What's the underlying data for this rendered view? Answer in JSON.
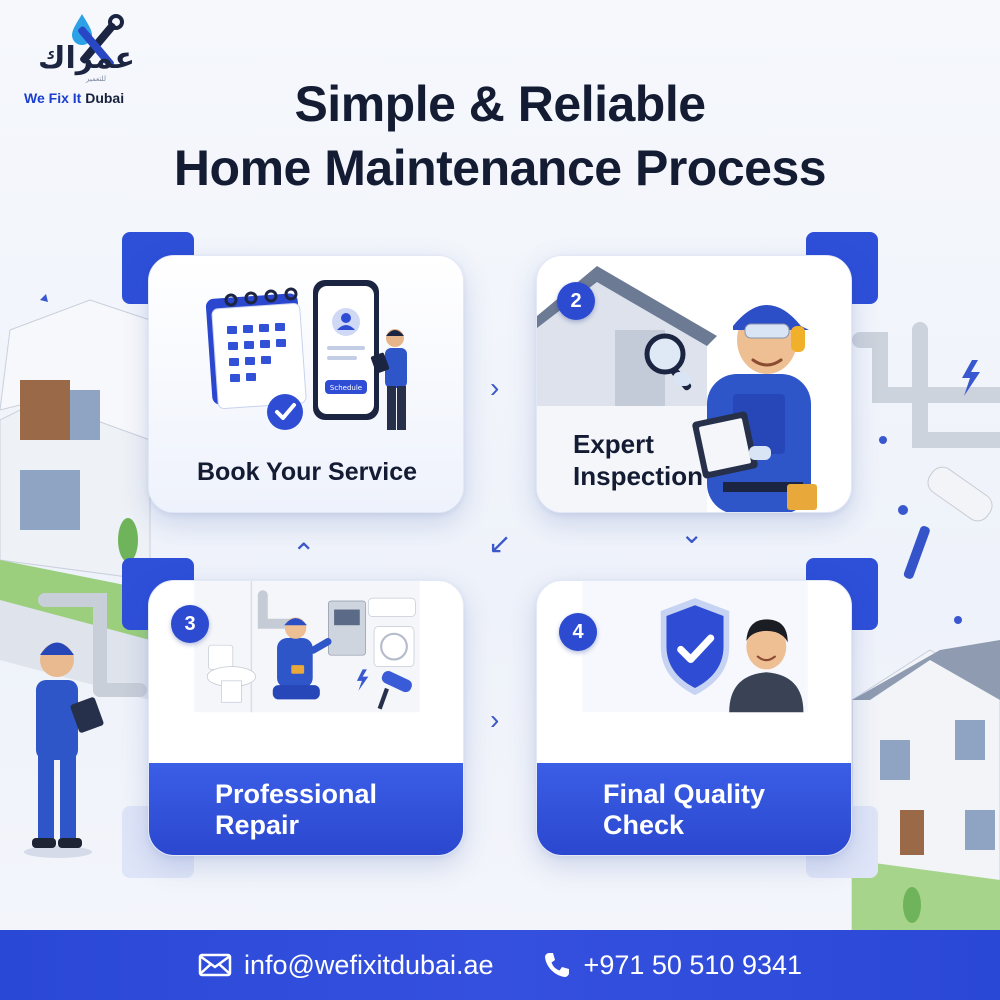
{
  "brand": {
    "arabic_name": "عمراك",
    "arabic_tagline": "للتعمير",
    "name_highlight": "We Fix It",
    "name_suffix": " Dubai"
  },
  "headline": {
    "line1": "Simple & Reliable",
    "line2": "Home Maintenance Process"
  },
  "steps": [
    {
      "number": "",
      "title": "Book Your Service",
      "screen_button": "Schedule"
    },
    {
      "number": "2",
      "title_line1": "Expert",
      "title_line2": "Inspection"
    },
    {
      "number": "3",
      "title_line1": "Professional",
      "title_line2": "Repair"
    },
    {
      "number": "4",
      "title_line1": "Final Quality",
      "title_line2": "Check"
    }
  ],
  "arrows": {
    "right": "›",
    "down_left": "↙",
    "down": "⌄",
    "up": "⌃"
  },
  "icons": [
    "calendar-icon",
    "phone-icon",
    "check-badge-icon",
    "magnifier-icon",
    "shield-check-icon",
    "envelope-icon",
    "phone-handset-icon"
  ],
  "footer": {
    "email": "info@wefixitdubai.ae",
    "phone": "+971 50 510 9341"
  },
  "colors": {
    "brand_blue": "#2d4bd0",
    "footer_blue": "#3550df",
    "headline": "#141c34",
    "background": "#f4f6fb"
  }
}
